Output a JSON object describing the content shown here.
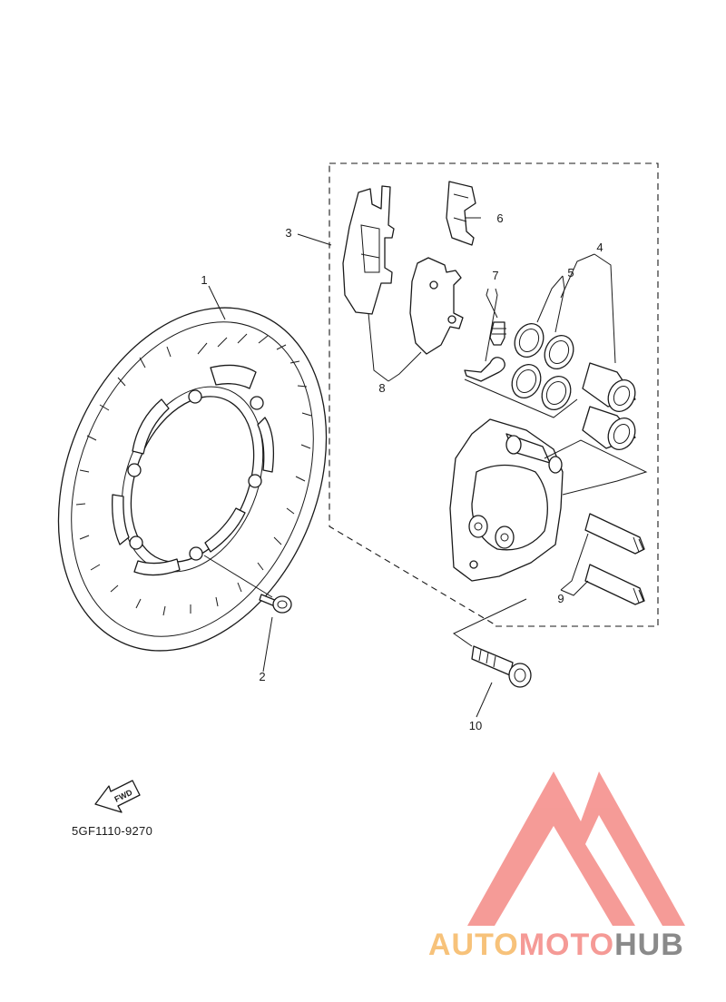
{
  "diagram": {
    "part_labels": [
      "1",
      "2",
      "3",
      "4",
      "5",
      "6",
      "7",
      "8",
      "9",
      "10"
    ],
    "catalog_code": "5GF1110-9270",
    "fwd_label": "FWD"
  },
  "watermark": {
    "part1": "AUTO",
    "part2": "MOTO",
    "part3": "HUB",
    "colors": {
      "auto": "#f7c27a",
      "moto": "#f59a96",
      "hub": "#8a8a8a",
      "logo": "#f48a86"
    }
  }
}
